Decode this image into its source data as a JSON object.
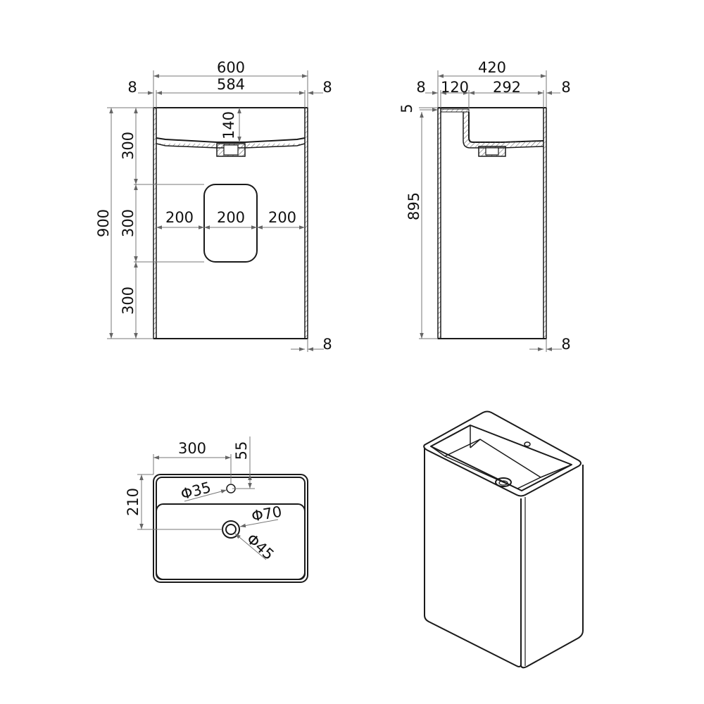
{
  "colors": {
    "outline": "#1a1a1a",
    "dimension_line": "#777777",
    "hatch": "#555555",
    "text": "#111111",
    "background": "#ffffff"
  },
  "front_view": {
    "overall_width": "600",
    "inner_width": "584",
    "left_wall": "8",
    "right_wall": "8",
    "bottom_wall": "8",
    "basin_depth": "140",
    "total_height": "900",
    "height_top": "300",
    "height_mid": "300",
    "height_bottom": "300",
    "opening_left": "200",
    "opening_width": "200",
    "opening_right": "200"
  },
  "side_view": {
    "overall_depth": "420",
    "left_wall": "8",
    "rear_section": "120",
    "basin_section": "292",
    "right_wall": "8",
    "top_thickness": "5",
    "height": "895",
    "bottom_wall": "8"
  },
  "top_view": {
    "tap_offset": "300",
    "tap_edge_distance": "55",
    "drain_distance": "210",
    "tap_hole": "Φ35",
    "drain_outer": "Φ70",
    "drain_inner": "Φ45"
  }
}
